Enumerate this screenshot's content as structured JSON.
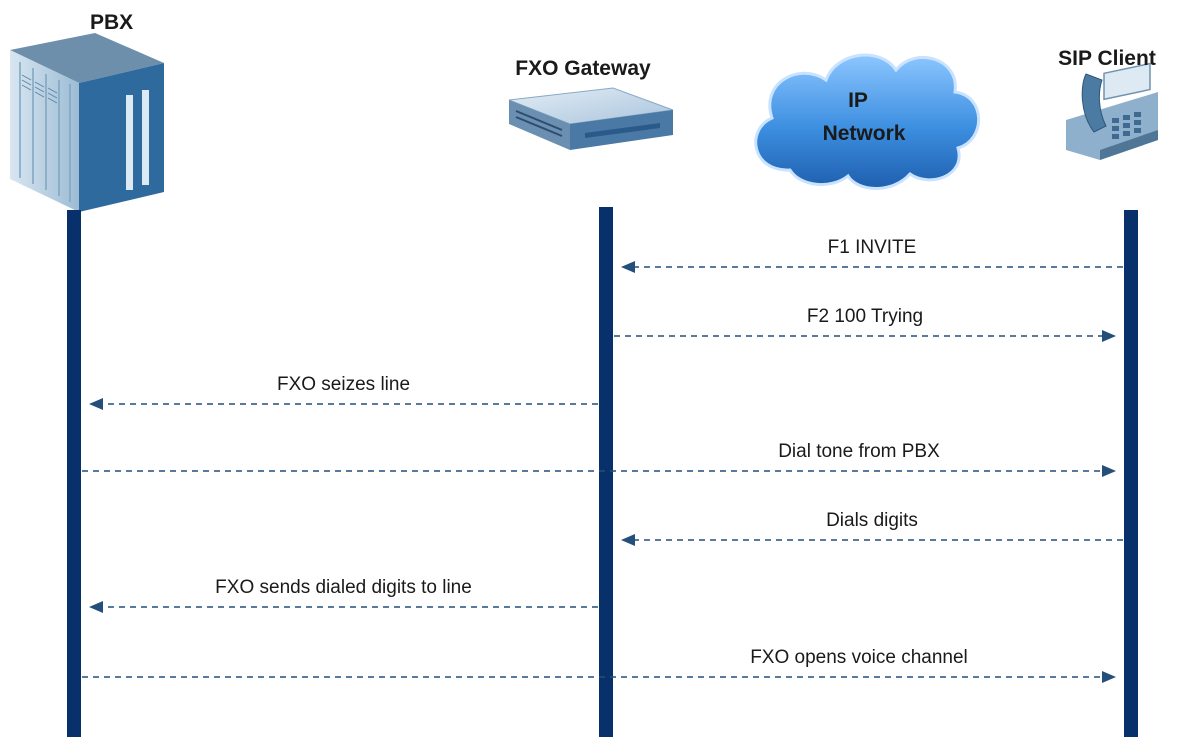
{
  "entities": {
    "pbx": {
      "label": "PBX",
      "icon": "pbx-server-icon"
    },
    "gateway": {
      "label": "FXO Gateway",
      "icon": "gateway-device-icon"
    },
    "network": {
      "label_line1": "IP",
      "label_line2": "Network",
      "icon": "cloud-icon"
    },
    "client": {
      "label": "SIP Client",
      "icon": "desk-phone-icon"
    }
  },
  "messages": [
    {
      "label": "F1   INVITE",
      "from": "client",
      "to": "gateway"
    },
    {
      "label": "F2   100 Trying",
      "from": "gateway",
      "to": "client"
    },
    {
      "label": "FXO seizes line",
      "from": "gateway",
      "to": "pbx"
    },
    {
      "label": "Dial tone from PBX",
      "from": "pbx",
      "to": "client"
    },
    {
      "label": "Dials digits",
      "from": "client",
      "to": "gateway"
    },
    {
      "label": "FXO sends dialed digits to line",
      "from": "gateway",
      "to": "pbx"
    },
    {
      "label": "FXO opens voice channel",
      "from": "pbx",
      "to": "client"
    }
  ],
  "colors": {
    "lifeline": "#08306b",
    "arrow": "#244f7a",
    "cloud": "#3c8ee0",
    "server": "#9cc0d8"
  }
}
